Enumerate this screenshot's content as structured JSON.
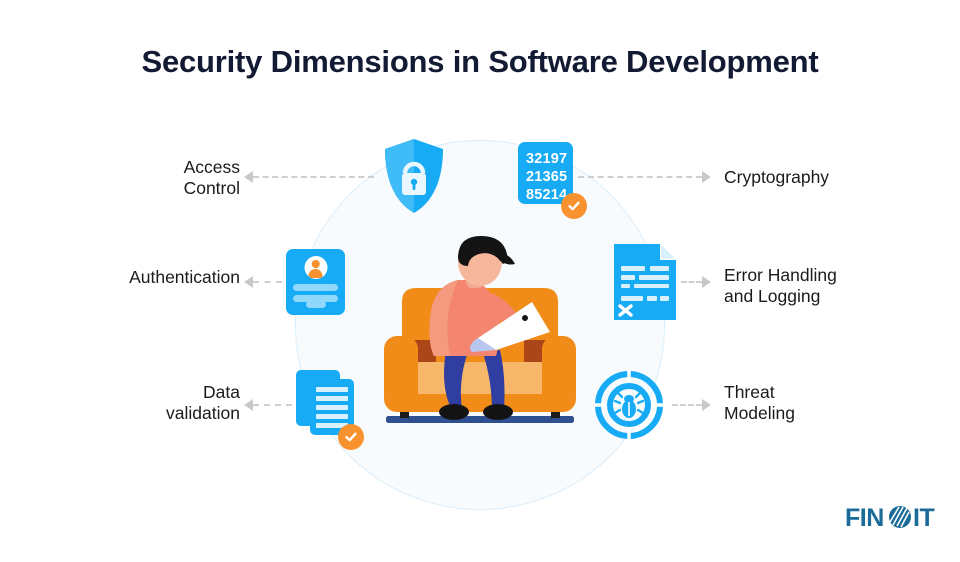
{
  "page": {
    "title": "Security Dimensions in Software Development",
    "background": "#ffffff"
  },
  "colors": {
    "title": "#131a33",
    "accent_blue": "#17aaf5",
    "accent_orange": "#f7922e",
    "label_text": "#1b1b1b",
    "connector": "#cfcfcf",
    "circle_fill": "#f7fbfe",
    "circle_stroke": "#daeefb",
    "logo": "#1b6b99"
  },
  "dimensions": {
    "left": [
      {
        "id": "access-control",
        "label": "Access\nControl",
        "icon": "shield-lock-icon"
      },
      {
        "id": "authentication",
        "label": "Authentication",
        "icon": "login-card-icon"
      },
      {
        "id": "data-validation",
        "label": "Data\nvalidation",
        "icon": "documents-check-icon"
      }
    ],
    "right": [
      {
        "id": "cryptography",
        "label": "Cryptography",
        "icon": "cipher-numbers-icon"
      },
      {
        "id": "error-handling",
        "label": "Error Handling\nand Logging",
        "icon": "error-document-icon"
      },
      {
        "id": "threat-modeling",
        "label": "Threat\nModeling",
        "icon": "bug-target-icon"
      }
    ]
  },
  "icons": {
    "cryptography_numbers": [
      "32197",
      "21365",
      "85214"
    ],
    "error_document_mark": "×"
  },
  "illustration": {
    "name": "developer-on-armchair-with-laptop"
  },
  "logo": {
    "text": "FINOIT",
    "mark": "striped-globe-icon"
  }
}
